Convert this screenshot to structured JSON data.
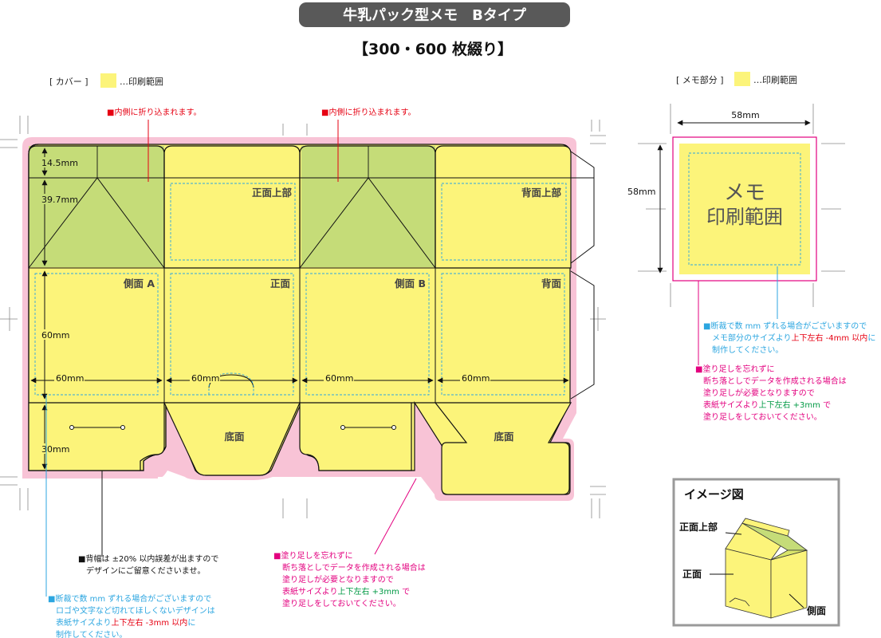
{
  "header": {
    "title": "牛乳パック型メモ　Bタイプ",
    "subtitle": "【300・600 枚綴り】"
  },
  "legend": {
    "cover_label": "[ カバー ]",
    "cover_swatch_text": "…印刷範囲",
    "memo_label": "[ メモ部分 ]",
    "memo_swatch_text": "…印刷範囲",
    "swatch_color": "#fcf47a"
  },
  "colors": {
    "print_yellow": "#fcf47a",
    "green": "#c5dc78",
    "bleed_pink": "#f8c3d6",
    "pink_line": "#e3007f",
    "cyan_line": "#2ca6e0",
    "red_text": "#e60012",
    "green_text": "#009944",
    "title_bar": "#595959"
  },
  "fold_notes": {
    "left": "■内側に折り込まれます。",
    "right": "■内側に折り込まれます。"
  },
  "dimensions": {
    "h1": "14.5mm",
    "h2": "39.7mm",
    "h3": "60mm",
    "h4": "30mm",
    "w1": "60mm",
    "w2": "60mm",
    "w3": "60mm",
    "w4": "60mm",
    "memo_w": "58mm",
    "memo_h": "58mm"
  },
  "panels": {
    "front_top": "正面上部",
    "back_top": "背面上部",
    "side_a": "側面 A",
    "front": "正面",
    "side_b": "側面 B",
    "back": "背面",
    "bottom1": "底面",
    "bottom2": "底面"
  },
  "memo_area": {
    "line1": "メモ",
    "line2": "印刷範囲"
  },
  "notes": {
    "memo_cut": {
      "l1": "■断裁で数 mm ずれる場合がございますので",
      "l2a": "メモ部分のサイズより",
      "l2b": "上下左右 -4mm 以内",
      "l2c": "に",
      "l3": "制作してください。"
    },
    "memo_bleed": {
      "l1": "■塗り足しを忘れずに",
      "l2": "断ち落としでデータを作成される場合は",
      "l3": "塗り足しが必要となりますので",
      "l4a": "表紙サイズより",
      "l4b": "上下左右 +3mm",
      "l4c": " で",
      "l5": "塗り足しをしておいてください。"
    },
    "spine": {
      "l1": "■背幅は ±20% 以内誤差が出ますので",
      "l2": "デザインにご留意くださいませ。"
    },
    "cover_cut": {
      "l1": "■断裁で数 mm ずれる場合がございますので",
      "l2": "ロゴや文字など切れてほしくないデザインは",
      "l3a": "表紙サイズより",
      "l3b": "上下左右 -3mm 以内",
      "l3c": "に",
      "l4": "制作してください。"
    },
    "cover_bleed": {
      "l1": "■塗り足しを忘れずに",
      "l2": "断ち落としでデータを作成される場合は",
      "l3": "塗り足しが必要となりますので",
      "l4a": "表紙サイズより",
      "l4b": "上下左右 +3mm",
      "l4c": " で",
      "l5": "塗り足しをしておいてください。"
    }
  },
  "image_box": {
    "title": "イメージ図",
    "label_top": "正面上部",
    "label_front": "正面",
    "label_side": "側面"
  }
}
